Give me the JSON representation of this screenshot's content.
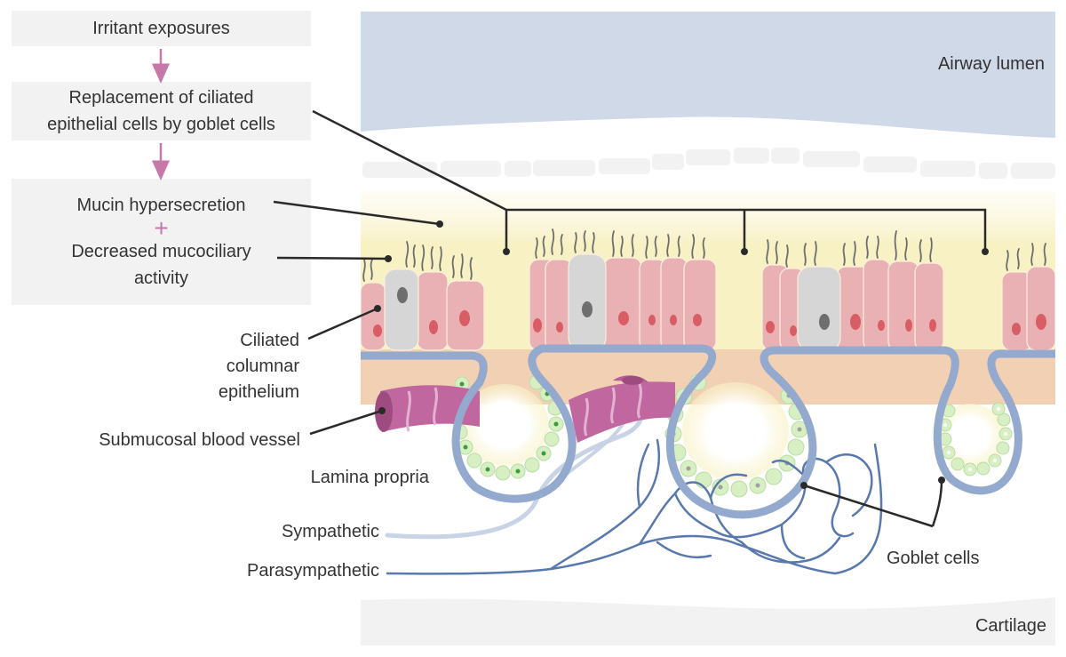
{
  "flow": {
    "step1": "Irritant exposures",
    "step2_line1": "Replacement of ciliated",
    "step2_line2": "epithelial cells by goblet cells",
    "step3_line1": "Mucin hypersecretion",
    "step3_plus": "+",
    "step3_line2": "Decreased mucociliary",
    "step3_line3": "activity"
  },
  "labels": {
    "airway_lumen": "Airway lumen",
    "ciliated_line1": "Ciliated",
    "ciliated_line2": "columnar",
    "ciliated_line3": "epithelium",
    "blood_vessel": "Submucosal blood vessel",
    "lamina_propria": "Lamina propria",
    "sympathetic": "Sympathetic",
    "parasympathetic": "Parasympathetic",
    "goblet_cells": "Goblet cells",
    "cartilage": "Cartilage"
  },
  "colors": {
    "lumen": "#d0d9e8",
    "mucus": "#f8f1c4",
    "epithelium": "#e9b1b3",
    "goblet": "#d6d6d6",
    "basement": "#93a9cd",
    "lamina": "#f1d0b4",
    "gland_cells": "#d7efc3",
    "vessel": "#c1679f",
    "nerve_para": "#5878ae",
    "nerve_symp": "#c8d3e6",
    "arrow": "#c678a8"
  }
}
